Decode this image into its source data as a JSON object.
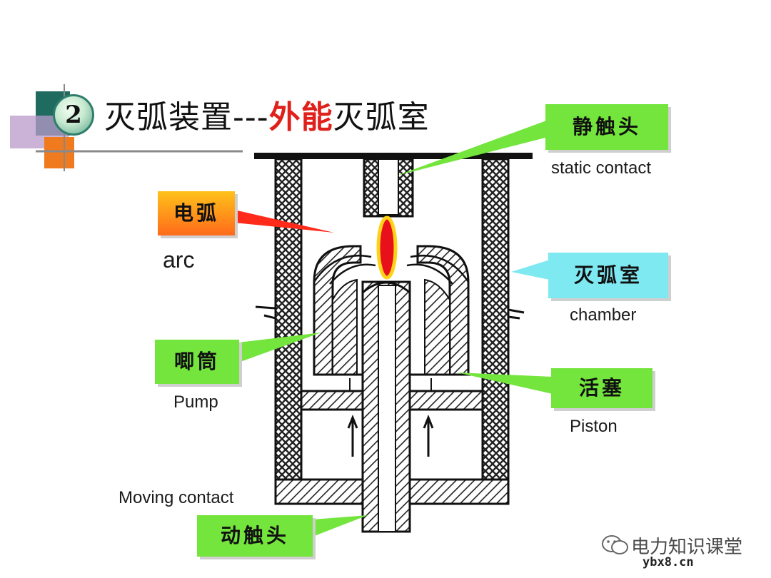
{
  "header": {
    "number": "2",
    "title_prefix": "灭弧装置---",
    "title_accent": "外能",
    "title_suffix": "灭弧室"
  },
  "labels": {
    "static_contact_cn": "静触头",
    "static_contact_en": "static  contact",
    "arc_cn": "电弧",
    "arc_en": "arc",
    "chamber_cn": "灭弧室",
    "chamber_en": "chamber",
    "pump_cn": "唧筒",
    "pump_en": "Pump",
    "piston_cn": "活塞",
    "piston_en": "Piston",
    "moving_contact_en": "Moving contact",
    "moving_contact_cn": "动触头"
  },
  "watermark": {
    "name": "电力知识课堂",
    "site": "ybx8.cn"
  },
  "colors": {
    "label_green": "#73e53c",
    "label_cyan": "#7fe9f2",
    "label_orange": "#ff8a1a",
    "arc_red": "#e8101a",
    "arc_yellow": "#ffd21a",
    "accent_red": "#e0201a"
  }
}
